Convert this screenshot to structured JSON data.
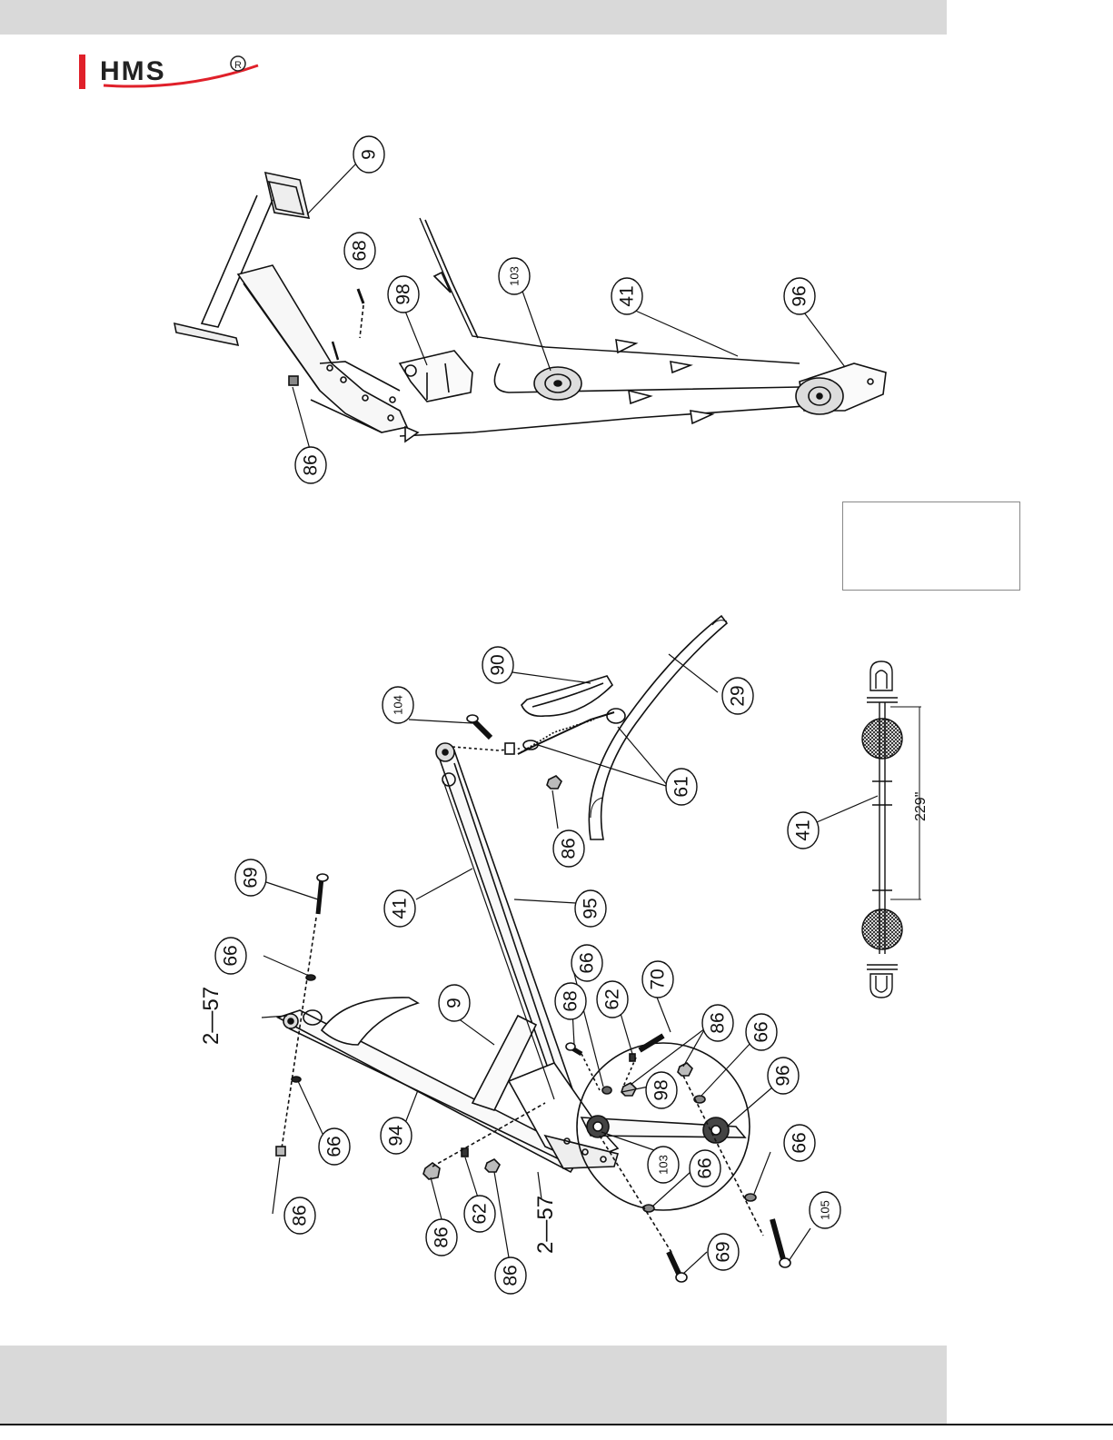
{
  "logo": {
    "text": "HMS",
    "reg": "R"
  },
  "note_box": {
    "text": ""
  },
  "top_view": {
    "callouts": [
      {
        "id": "c9",
        "label": "9"
      },
      {
        "id": "c68",
        "label": "68"
      },
      {
        "id": "c98",
        "label": "98"
      },
      {
        "id": "c103",
        "label": "103"
      },
      {
        "id": "c41",
        "label": "41"
      },
      {
        "id": "c96",
        "label": "96"
      },
      {
        "id": "c86",
        "label": "86"
      }
    ]
  },
  "bottom_view": {
    "callouts": [
      {
        "id": "b104",
        "label": "104"
      },
      {
        "id": "b90",
        "label": "90"
      },
      {
        "id": "b29",
        "label": "29"
      },
      {
        "id": "b61",
        "label": "61"
      },
      {
        "id": "b86a",
        "label": "86"
      },
      {
        "id": "b69a",
        "label": "69"
      },
      {
        "id": "b66a",
        "label": "66"
      },
      {
        "id": "b41",
        "label": "41"
      },
      {
        "id": "b95",
        "label": "95"
      },
      {
        "id": "b66b",
        "label": "66"
      },
      {
        "id": "b68",
        "label": "68"
      },
      {
        "id": "b62a",
        "label": "62"
      },
      {
        "id": "b70",
        "label": "70"
      },
      {
        "id": "b86b",
        "label": "86"
      },
      {
        "id": "b66c",
        "label": "66"
      },
      {
        "id": "b9",
        "label": "9"
      },
      {
        "id": "b98",
        "label": "98"
      },
      {
        "id": "b96",
        "label": "96"
      },
      {
        "id": "b66d",
        "label": "66"
      },
      {
        "id": "b94",
        "label": "94"
      },
      {
        "id": "b86c",
        "label": "86"
      },
      {
        "id": "b62b",
        "label": "62"
      },
      {
        "id": "b86d",
        "label": "86"
      },
      {
        "id": "b103",
        "label": "103"
      },
      {
        "id": "b66e",
        "label": "66"
      },
      {
        "id": "b66f",
        "label": "66"
      },
      {
        "id": "b69b",
        "label": "69"
      },
      {
        "id": "b105",
        "label": "105"
      },
      {
        "id": "b86e",
        "label": "86"
      },
      {
        "id": "b41c",
        "label": "41"
      }
    ],
    "text_labels": {
      "qty_57_top": "2—57",
      "qty_57_bottom": "2—57",
      "cable_length": "229\""
    }
  }
}
